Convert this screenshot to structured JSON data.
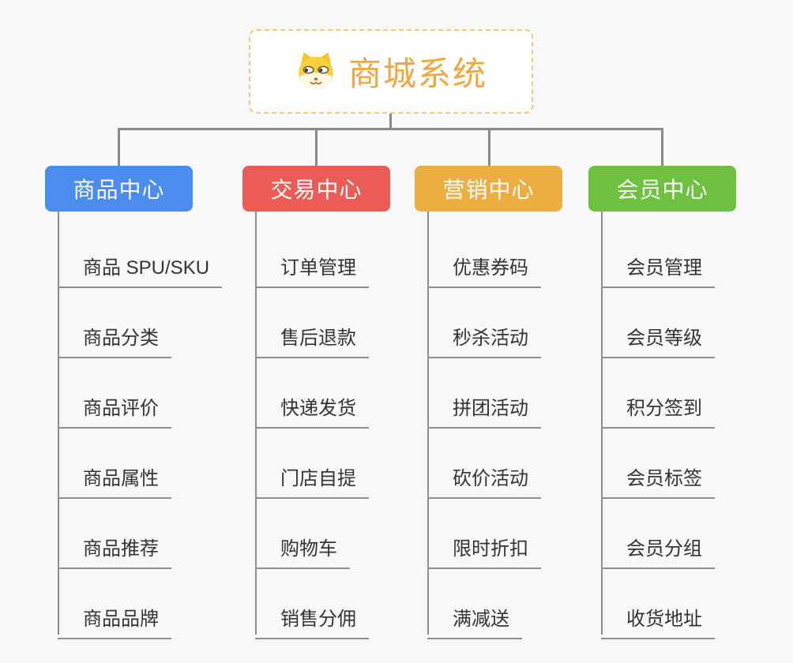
{
  "root": {
    "label": "商城系统",
    "icon": "shiba-dog-icon",
    "accent_color": "#f0a73e",
    "border_color": "#f6c878"
  },
  "connector_color": "#8a8a8a",
  "background_color": "#f8f8f8",
  "branches": [
    {
      "label": "商品中心",
      "color": "#4a8cef",
      "children": [
        "商品 SPU/SKU",
        "商品分类",
        "商品评价",
        "商品属性",
        "商品推荐",
        "商品品牌"
      ]
    },
    {
      "label": "交易中心",
      "color": "#ea5c55",
      "children": [
        "订单管理",
        "售后退款",
        "快递发货",
        "门店自提",
        "购物车",
        "销售分佣"
      ]
    },
    {
      "label": "营销中心",
      "color": "#edae41",
      "children": [
        "优惠券码",
        "秒杀活动",
        "拼团活动",
        "砍价活动",
        "限时折扣",
        "满减送"
      ]
    },
    {
      "label": "会员中心",
      "color": "#6dc13f",
      "children": [
        "会员管理",
        "会员等级",
        "积分签到",
        "会员标签",
        "会员分组",
        "收货地址"
      ]
    }
  ]
}
